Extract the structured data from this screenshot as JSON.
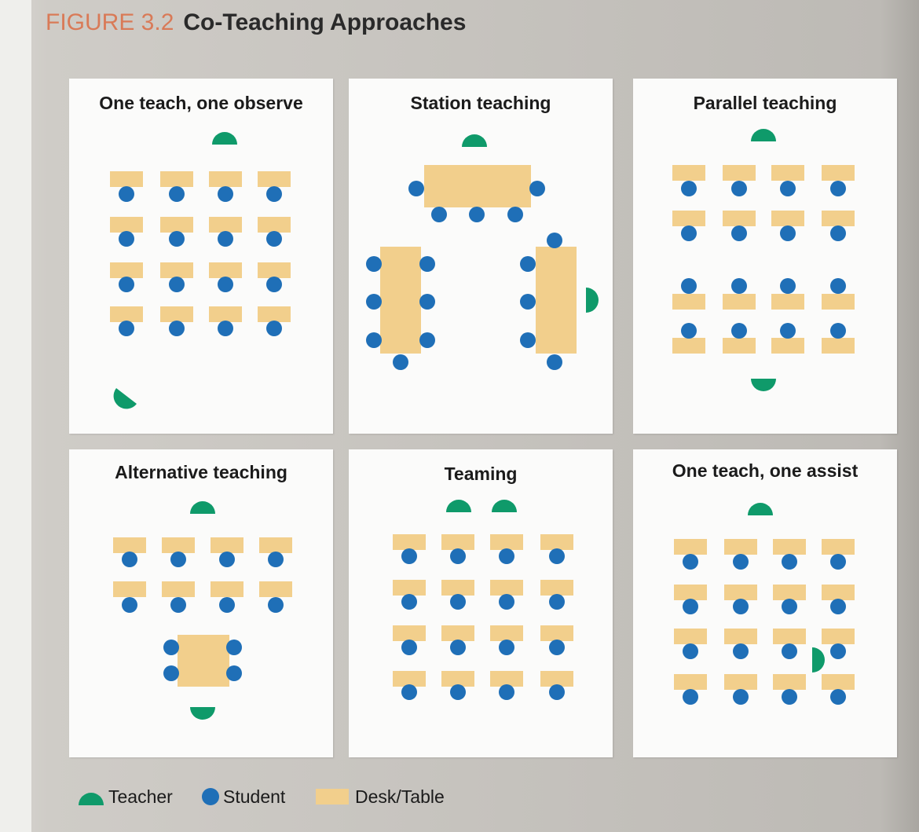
{
  "figure": {
    "number": "FIGURE 3.2",
    "title": "Co-Teaching Approaches"
  },
  "colors": {
    "teacher": "#0f9a6a",
    "student": "#1f6fb7",
    "desk": "#f2cf8c",
    "figure_number": "#d97a57"
  },
  "panels": [
    {
      "title": "One teach, one observe"
    },
    {
      "title": "Station teaching"
    },
    {
      "title": "Parallel teaching"
    },
    {
      "title": "Alternative teaching"
    },
    {
      "title": "Teaming"
    },
    {
      "title": "One teach, one assist"
    }
  ],
  "legend": {
    "teacher": "Teacher",
    "student": "Student",
    "desk": "Desk/Table"
  }
}
